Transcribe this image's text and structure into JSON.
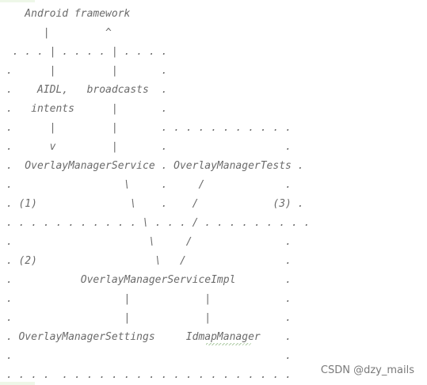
{
  "diagram": {
    "lines": [
      "    Android framework",
      "       |         ^",
      "  . . . | . . . . | . . . .",
      " .      |         |       .",
      " .    AIDL,   broadcasts  .",
      " .   intents      |       .",
      " .      |         |       . . . . . . . . . . .",
      " .      v         |       .                   .",
      " .  OverlayManagerService . OverlayManagerTests .",
      " .                  \\     .     /             .",
      " . (1)               \\    .    /            (3) .",
      " . . . . . . . . . . . \\ . . . / . . . . . . . . .",
      " .                      \\     /               .",
      " . (2)                   \\   /                .",
      " .           OverlayManagerServiceImpl        .",
      " .                  |            |            .",
      " .                  |            |            .",
      " . OverlayManagerSettings     IdmapManager    .",
      " .                                            .",
      " . . . .  . . . . . . . . . . . . . . . . . . ."
    ]
  },
  "watermark": {
    "text": "CSDN @dzy_mails"
  }
}
